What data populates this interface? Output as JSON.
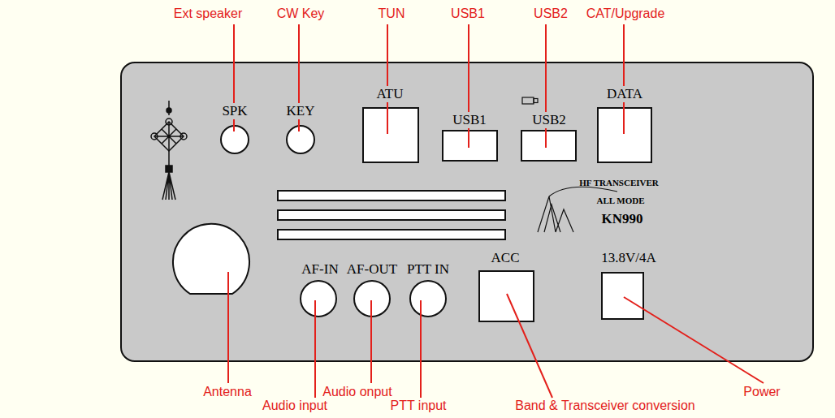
{
  "diagram": {
    "nodes": [
      {
        "text": [
          "SPK",
          "KEY",
          "ATU",
          "USB1",
          "USB2",
          "DATA",
          "HF TRANSCEIVER",
          "ALL MODE",
          "KN990",
          "AF-IN",
          "AF-OUT",
          "PTT IN",
          "ACC",
          "13.8V/4A"
        ]
      }
    ],
    "labels": [
      "Ext speaker",
      "CW Key",
      "TUN",
      "USB1",
      "USB2",
      "CAT/Upgrade",
      "Antenna",
      "Audio input",
      "Audio onput",
      "PTT input",
      "Band & Transceiver conversion",
      "Power"
    ]
  }
}
